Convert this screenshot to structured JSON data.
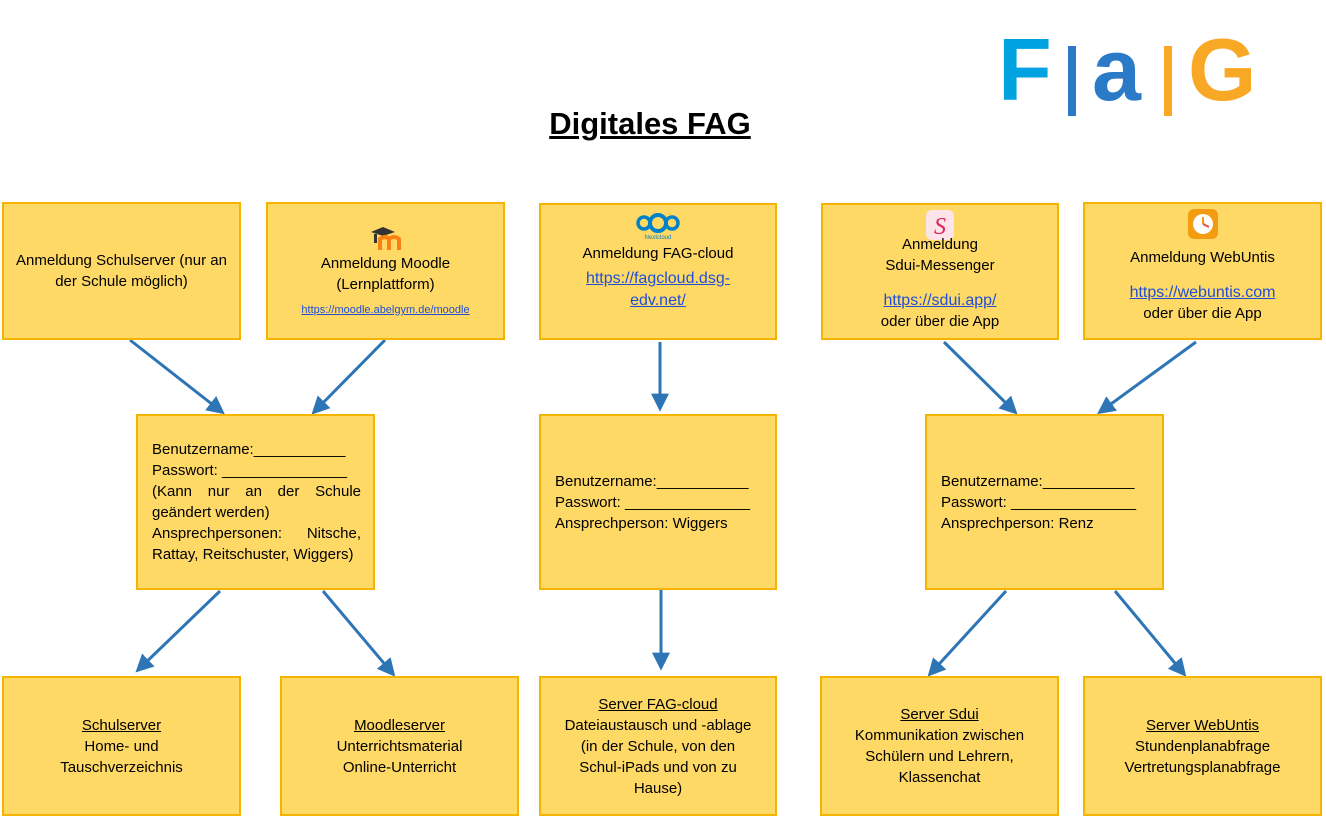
{
  "logo": {
    "letters": [
      "F",
      "a",
      "G"
    ],
    "colors": [
      "#00a3e0",
      "#2a7ac7",
      "#f9a825"
    ]
  },
  "title": "Digitales FAG",
  "boxes": {
    "schulserver_login": {
      "text": "Anmeldung Schulserver (nur an der Schule möglich)"
    },
    "moodle_login": {
      "icon": "moodle-icon",
      "title": "Anmeldung Moodle",
      "subtitle": "(Lernplattform)",
      "url": "https://moodle.abelgym.de/moodle"
    },
    "fagcloud_login": {
      "icon": "nextcloud-icon",
      "icon_label": "Nextcloud",
      "title": "Anmeldung FAG-cloud",
      "url_line1": "https://fagcloud.dsg-",
      "url_line2": "edv.net/"
    },
    "sdui_login": {
      "icon": "sdui-icon",
      "title_line1": "Anmeldung",
      "title_line2": "Sdui-Messenger",
      "url": "https://sdui.app/",
      "note": "oder über die App"
    },
    "webuntis_login": {
      "icon": "clock-icon",
      "title": "Anmeldung WebUntis",
      "url": "https://webuntis.com",
      "note": "oder über die App"
    },
    "credentials_schule": {
      "line1": "Benutzername:___________",
      "line2": "Passwort: _______________",
      "line3": "(Kann nur an der Schule",
      "line4": "geändert werden)",
      "line5": "Ansprechpersonen: Nitsche,",
      "line6": "Rattay, Reitschuster, Wiggers)"
    },
    "credentials_cloud": {
      "line1": "Benutzername:___________",
      "line2": "Passwort: _______________",
      "line3": "Ansprechperson: Wiggers"
    },
    "credentials_sdui": {
      "line1": "Benutzername:___________",
      "line2": "Passwort: _______________",
      "line3": "Ansprechperson: Renz"
    },
    "schulserver": {
      "title": "Schulserver",
      "line1": "Home- und",
      "line2": "Tauschverzeichnis"
    },
    "moodleserver": {
      "title": "Moodleserver",
      "line1": "Unterrichtsmaterial",
      "line2": "Online-Unterricht"
    },
    "fagcloud_server": {
      "title": "Server FAG-cloud",
      "line1": "Dateiaustausch und -ablage",
      "line2": "(in der Schule, von den",
      "line3": "Schul-iPads und von zu",
      "line4": "Hause)"
    },
    "sdui_server": {
      "title": "Server Sdui",
      "line1": "Kommunikation zwischen",
      "line2": "Schülern und Lehrern,",
      "line3": "Klassenchat"
    },
    "webuntis_server": {
      "title": "Server WebUntis",
      "line1": "Stundenplanabfrage",
      "line2": "Vertretungsplanabfrage"
    }
  },
  "colors": {
    "box_fill": "#ffd966",
    "box_border": "#f4b400",
    "arrow": "#2e75b6",
    "link": "#1f4fd8"
  }
}
